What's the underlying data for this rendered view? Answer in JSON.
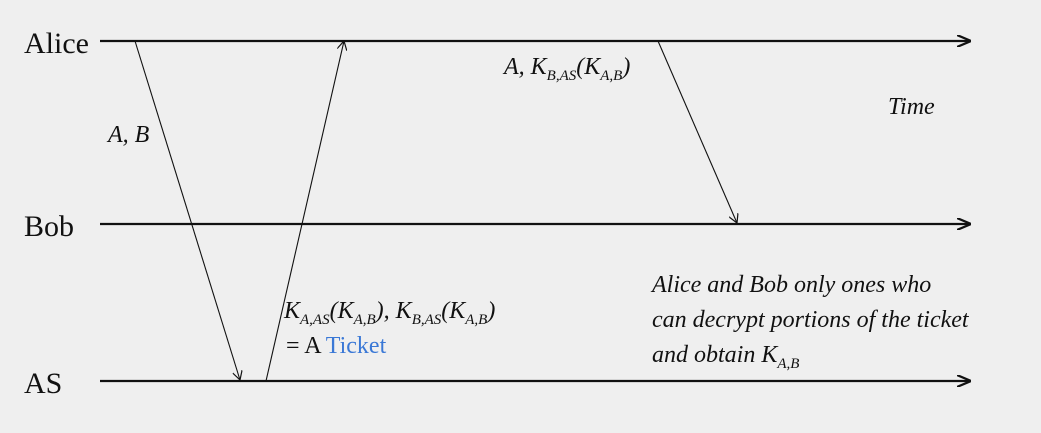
{
  "lanes": {
    "alice": "Alice",
    "bob": "Bob",
    "as": "AS"
  },
  "time_label": "Time",
  "msg1": {
    "text": "A, B"
  },
  "msg2": {
    "k1": "K",
    "k1_sub": "A,AS",
    "open1": "(K",
    "k1_inner_sub": "A,B",
    "close1": ")",
    "sep": ", K",
    "k2_sub": "B,AS",
    "open2": "(K",
    "k2_inner_sub": "A,B",
    "close2": ")",
    "eq": "= A",
    "ticket": "Ticket",
    "ticket_color": "#3a78d6"
  },
  "msg3": {
    "prefix": "A, K",
    "k_sub": "B,AS",
    "open": "(K",
    "inner_sub": "A,B",
    "close": ")"
  },
  "note": {
    "line1": "Alice and Bob only ones who",
    "line2": "can decrypt portions of the ticket",
    "line3_prefix": "and obtain K",
    "line3_sub": "A,B"
  },
  "colors": {
    "background": "#efefef",
    "line": "#111111",
    "ticket": "#3a78d6"
  }
}
